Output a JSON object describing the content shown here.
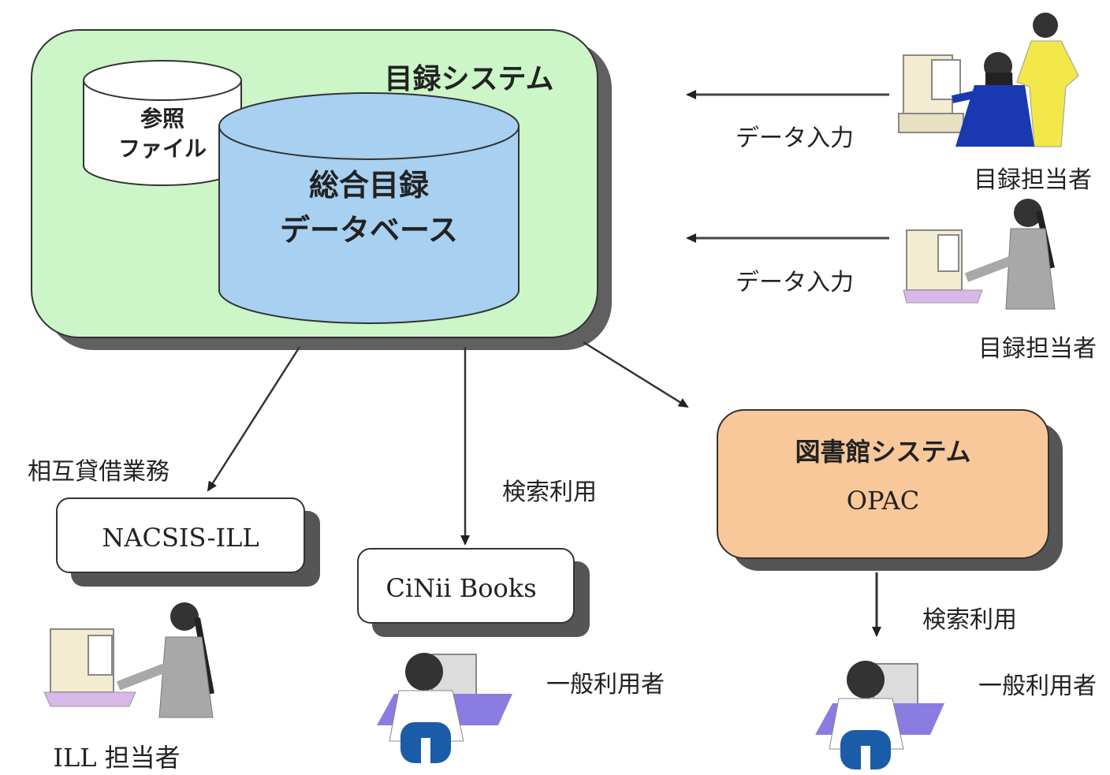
{
  "catalog_system": {
    "title": "目録システム",
    "reference_file": {
      "line1": "参照",
      "line2": "ファイル"
    },
    "union_catalog_db": {
      "line1": "総合目録",
      "line2": "データベース"
    },
    "fill_color": "#ccf5c8",
    "db_color": "#a8d0f0"
  },
  "inputs": [
    {
      "arrow_label": "データ入力",
      "person_label": "目録担当者"
    },
    {
      "arrow_label": "データ入力",
      "person_label": "目録担当者"
    }
  ],
  "ill": {
    "service_label": "相互貸借業務",
    "box_label": "NACSIS-ILL",
    "person_label": "ILL 担当者"
  },
  "cinii": {
    "flow_label": "検索利用",
    "box_label": "CiNii Books",
    "person_label": "一般利用者"
  },
  "library_system": {
    "title": "図書館システム",
    "subtitle": "OPAC",
    "fill_color": "#f8c89a",
    "flow_label": "検索利用",
    "person_label": "一般利用者"
  }
}
